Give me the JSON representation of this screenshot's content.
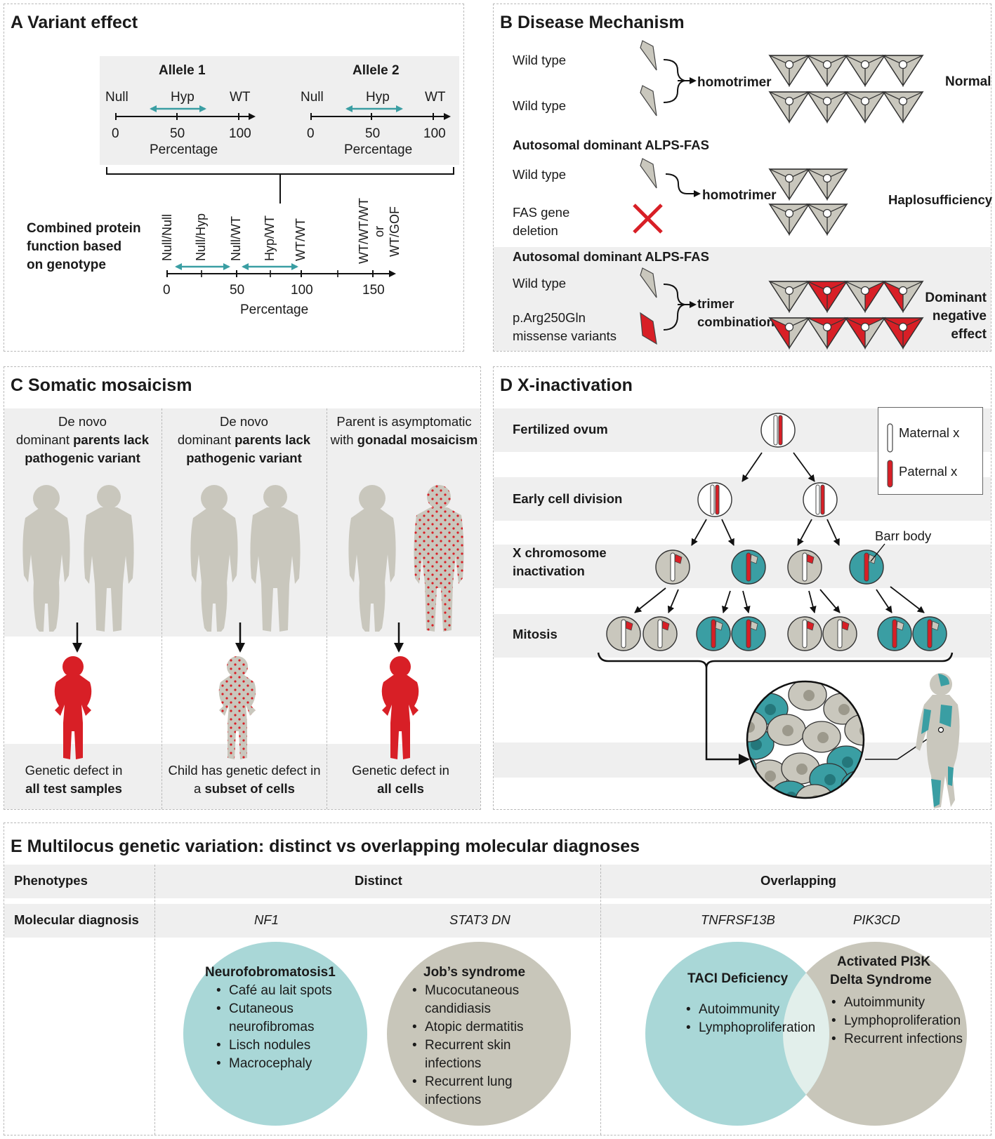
{
  "colors": {
    "teal": "#3a9ea3",
    "red": "#d81f26",
    "grey": "#c9c7bd",
    "lightTeal": "#a9d7d7",
    "lightGrey": "#c8c6ba",
    "band": "#efefef"
  },
  "panelA": {
    "title": "A Variant effect",
    "allele1": "Allele 1",
    "allele2": "Allele 2",
    "null": "Null",
    "hyp": "Hyp",
    "wt": "WT",
    "tick0": "0",
    "tick50": "50",
    "tick100": "100",
    "tick150": "150",
    "percentage": "Percentage",
    "combined": [
      "Combined protein",
      "function based",
      "on genotype"
    ],
    "genotypes": {
      "nullnull": "Null/Null",
      "nullhyp": "Null/Hyp",
      "nullwt": "Null/WT",
      "hypwt": "Hyp/WT",
      "wtwt": "WT/WT",
      "wtwtwt": "WT/WT/WT",
      "or": "or",
      "wtgof": "WT/GOF"
    }
  },
  "panelB": {
    "title": "B Disease Mechanism",
    "wildtype": "Wild type",
    "homotrimer": "homotrimer",
    "normal": "Normal",
    "adAlps": "Autosomal dominant ALPS-FAS",
    "fasDeletion": [
      "FAS gene",
      "deletion"
    ],
    "haplo": "Haplosufficiency",
    "variant": [
      "p.Arg250Gln",
      "missense variants"
    ],
    "trimerComb": [
      "trimer",
      "combinations"
    ],
    "dominant": [
      "Dominant",
      "negative",
      "effect"
    ]
  },
  "panelC": {
    "title": "C Somatic mosaicism",
    "col1Top": {
      "pre": "De novo",
      "pre2": "dominant ",
      "bold1": "parents lack",
      "bold2": "pathogenic variant"
    },
    "col2Top": {
      "pre": "De novo",
      "pre2": "dominant ",
      "bold1": "parents lack",
      "bold2": "pathogenic variant"
    },
    "col3Top": {
      "pre": "Parent is asymptomatic",
      "pre2": "with ",
      "bold1": "gonadal mosaicism"
    },
    "col1Bottom": {
      "line1": "Genetic defect in",
      "bold": "all test samples"
    },
    "col2Bottom": {
      "line1": "Child has genetic defect in",
      "pre2": "a ",
      "bold": "subset of cells"
    },
    "col3Bottom": {
      "line1": "Genetic defect in",
      "bold": "all cells"
    }
  },
  "panelD": {
    "title": "D X-inactivation",
    "fertilized": "Fertilized ovum",
    "early": "Early cell division",
    "xinact": [
      "X chromosome",
      "inactivation"
    ],
    "mitosis": "Mitosis",
    "barr": "Barr body",
    "maternal": "Maternal x",
    "paternal": "Paternal x"
  },
  "panelE": {
    "title": "E Multilocus genetic variation: distinct vs overlapping molecular diagnoses",
    "phenotypes": "Phenotypes",
    "molecular": "Molecular diagnosis",
    "distinct": "Distinct",
    "overlapping": "Overlapping",
    "genes": {
      "nf1": "NF1",
      "stat3": "STAT3 DN",
      "tnfrsf": "TNFRSF13B",
      "pik3cd": "PIK3CD"
    },
    "nf": {
      "title": "Neurofobromatosis1",
      "items": [
        "Café au lait spots",
        "Cutaneous",
        "neurofibromas",
        "Lisch nodules",
        "Macrocephaly"
      ]
    },
    "job": {
      "title": "Job’s syndrome",
      "items": [
        "Mucocutaneous",
        "candidiasis",
        "Atopic dermatitis",
        "Recurrent skin",
        "infections",
        "Recurrent lung",
        "infections"
      ]
    },
    "taci": {
      "title": "TACI Deficiency",
      "items": [
        "Autoimmunity",
        "Lymphoproliferation"
      ]
    },
    "apds": {
      "title": [
        "Activated  PI3K",
        "Delta Syndrome"
      ],
      "items": [
        "Autoimmunity",
        "Lymphoproliferation",
        "Recurrent infections"
      ]
    }
  }
}
